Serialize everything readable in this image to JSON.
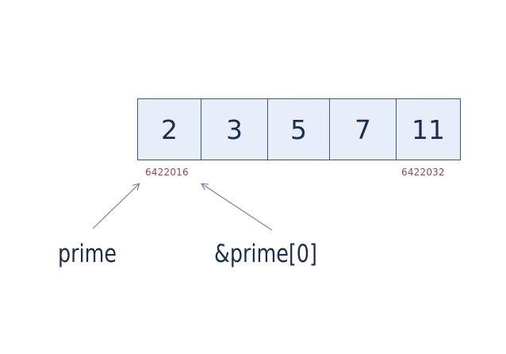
{
  "array": {
    "values": [
      "2",
      "3",
      "5",
      "7",
      "11"
    ]
  },
  "addresses": {
    "first": "6422016",
    "last": "6422032"
  },
  "labels": {
    "pointer": "prime",
    "address_of_first": "&prime[0]"
  },
  "colors": {
    "cell_fill": "#e8eef9",
    "cell_border": "#3a5a78",
    "text": "#1d2d52",
    "address_text": "#a0424e",
    "arrow": "#7a7fae"
  }
}
